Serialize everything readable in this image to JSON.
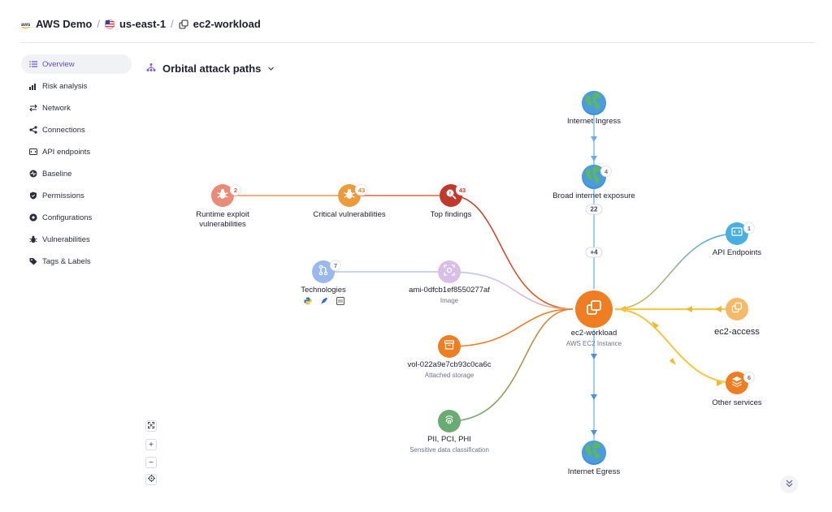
{
  "breadcrumb": {
    "account": "AWS Demo",
    "region": "us-east-1",
    "workload": "ec2-workload"
  },
  "sidebar": {
    "items": [
      {
        "label": "Overview",
        "icon": "list-icon",
        "active": true
      },
      {
        "label": "Risk analysis",
        "icon": "chart-icon"
      },
      {
        "label": "Network",
        "icon": "arrows-icon"
      },
      {
        "label": "Connections",
        "icon": "share-icon"
      },
      {
        "label": "API endpoints",
        "icon": "api-icon"
      },
      {
        "label": "Baseline",
        "icon": "baseline-icon"
      },
      {
        "label": "Permissions",
        "icon": "shield-icon"
      },
      {
        "label": "Configurations",
        "icon": "gear-icon"
      },
      {
        "label": "Vulnerabilities",
        "icon": "bug-icon"
      },
      {
        "label": "Tags & Labels",
        "icon": "tag-icon"
      }
    ]
  },
  "panel": {
    "title": "Orbital attack paths"
  },
  "nodes": {
    "runtime": {
      "label": "Runtime exploit vulnerabilities",
      "badge": "2",
      "color": "#ea8a78",
      "icon": "bug-icon"
    },
    "critical": {
      "label": "Critical vulnerabilities",
      "badge": "43",
      "color": "#ee9a3a",
      "icon": "bug-icon"
    },
    "findings": {
      "label": "Top findings",
      "badge": "43",
      "color": "#c0392b",
      "icon": "magnifier-icon"
    },
    "technologies": {
      "label": "Technologies",
      "badge": "7",
      "color": "#98b8ee",
      "icon": "git-icon"
    },
    "image": {
      "label": "ami-0dfcb1ef8550277af",
      "sub": "Image",
      "color": "#d9bfe8",
      "icon": "image-icon"
    },
    "volume": {
      "label": "vol-022a9e7cb93c0ca6c",
      "sub": "Attached storage",
      "color": "#ef7d22",
      "icon": "storage-icon"
    },
    "pii": {
      "label": "PII, PCI, PHI",
      "sub": "Sensitive data classification",
      "color": "#6aaa73",
      "icon": "fingerprint-icon"
    },
    "ingress": {
      "label": "Internet Ingress",
      "color": "#3c8fd6",
      "icon": "globe-icon"
    },
    "broad": {
      "label": "Broad internet exposure",
      "badge": "4",
      "color": "#3c8fd6",
      "icon": "globe-icon"
    },
    "ec2": {
      "label": "ec2-workload",
      "sub": "AWS EC2 Instance",
      "color": "#ef7d22",
      "icon": "instances-icon"
    },
    "egress": {
      "label": "Internet Egress",
      "color": "#3c8fd6",
      "icon": "globe-icon"
    },
    "api": {
      "label": "API Endpoints",
      "badge": "1",
      "color": "#4aaee0",
      "icon": "api-icon"
    },
    "access": {
      "label": "ec2-access",
      "color": "#f6b968",
      "icon": "layers-icon"
    },
    "services": {
      "label": "Other services",
      "badge": "6",
      "color": "#ef7d22",
      "icon": "layers-icon"
    }
  },
  "pills": {
    "p22": "22",
    "p4": "+4"
  },
  "zoom": {
    "fit": "fit-icon",
    "in": "+",
    "out": "−",
    "center": "target-icon"
  }
}
